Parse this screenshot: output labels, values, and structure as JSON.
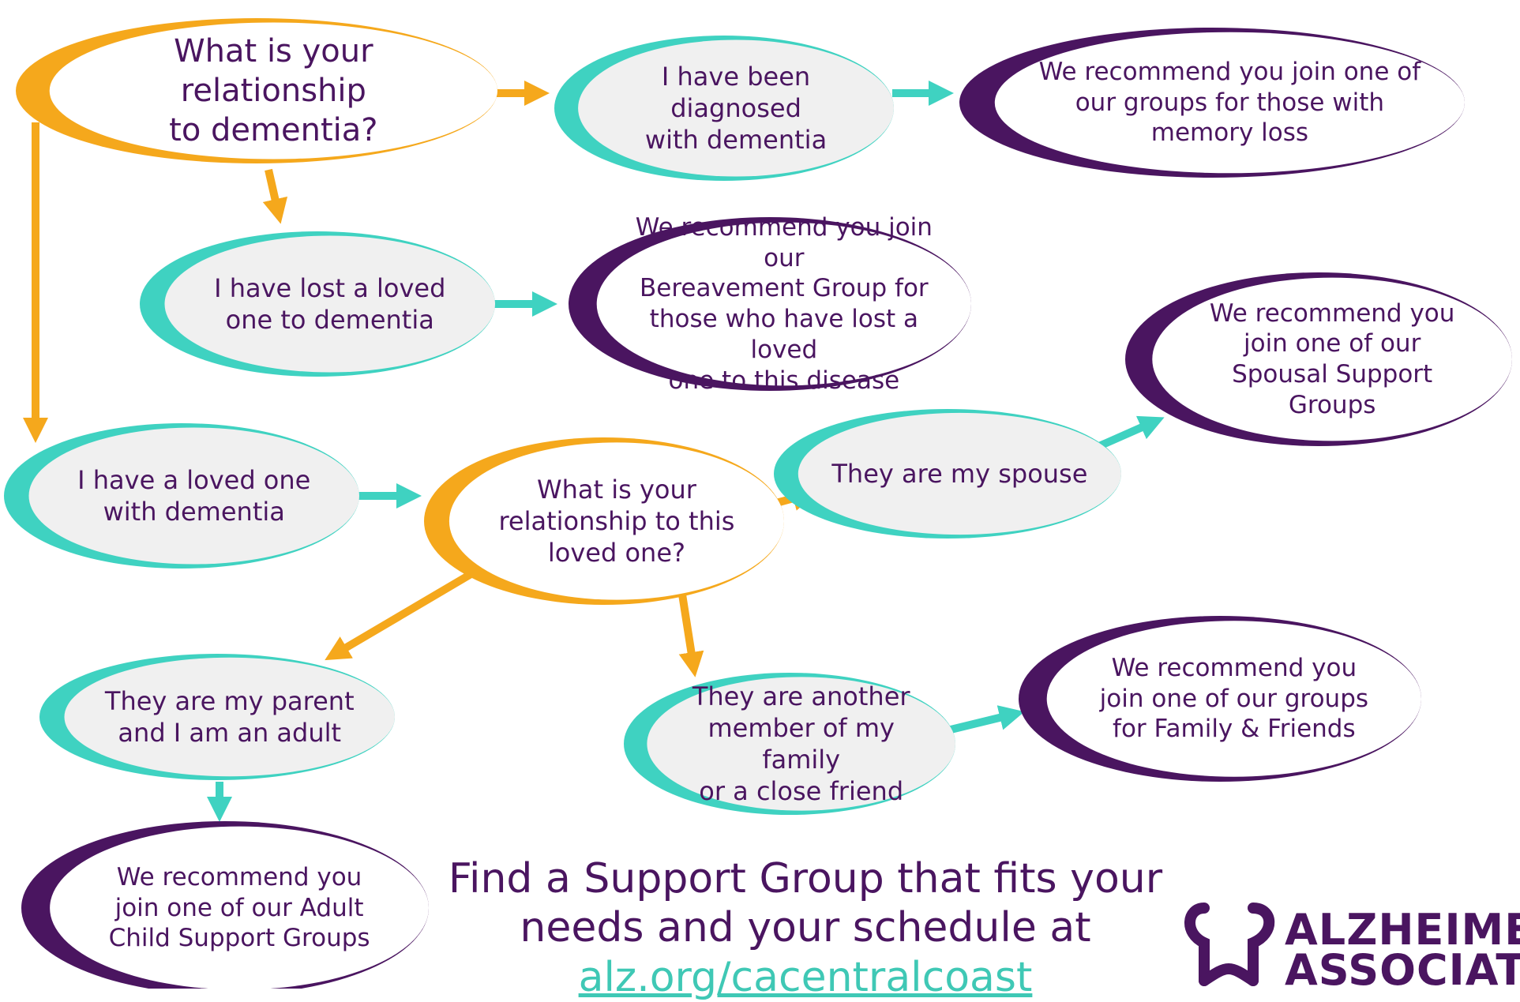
{
  "colors": {
    "question": "#f5a81c",
    "answer": "#3fd2c1",
    "result": "#4a1560",
    "fill": "#f0f0f0",
    "text": "#4a1560",
    "link": "#3fc8b5"
  },
  "nodes": {
    "q1": "What is your relationship\nto dementia?",
    "a_diagnosed": "I have been diagnosed\nwith dementia",
    "r_memory": "We recommend you join one of\nour groups for those with\nmemory loss",
    "a_lost": "I have lost a loved\none to dementia",
    "r_bereavement": "We recommend you join our\nBereavement Group for\nthose who have lost a loved\none to this disease",
    "r_spousal": "We recommend you\njoin one of our\nSpousal Support\nGroups",
    "a_loved_one": "I have a loved one\nwith dementia",
    "q2": "What is your\nrelationship to this\nloved one?",
    "a_spouse": "They are my spouse",
    "a_parent": "They are my parent\nand I am an adult",
    "a_family": "They are another\nmember of my family\nor a close friend",
    "r_family": "We recommend you\njoin one of our groups\nfor Family & Friends",
    "r_adult_child": "We recommend you\njoin one of our Adult\nChild Support Groups"
  },
  "footer": {
    "line1": "Find a Support Group that fits your",
    "line2": "needs and your schedule at",
    "link": "alz.org/cacentralcoast"
  },
  "logo": {
    "line1": "ALZHEIMER'S",
    "line2": "ASSOCIATION",
    "icon": "alzheimers-association-logo-icon"
  }
}
